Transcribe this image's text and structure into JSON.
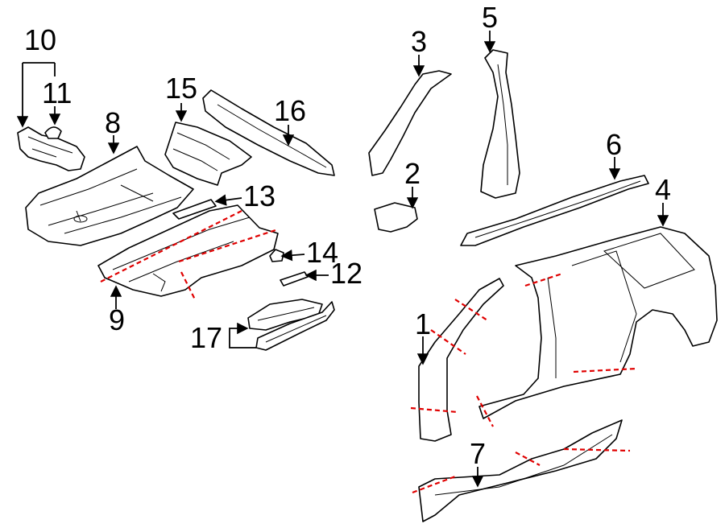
{
  "callouts": {
    "c1": "1",
    "c2": "2",
    "c3": "3",
    "c4": "4",
    "c5": "5",
    "c6": "6",
    "c7": "7",
    "c8": "8",
    "c9": "9",
    "c10": "10",
    "c11": "11",
    "c12": "12",
    "c13": "13",
    "c14": "14",
    "c15": "15",
    "c16": "16",
    "c17": "17"
  },
  "colors": {
    "line": "#000000",
    "cut_line": "#e00000",
    "background": "#ffffff"
  }
}
